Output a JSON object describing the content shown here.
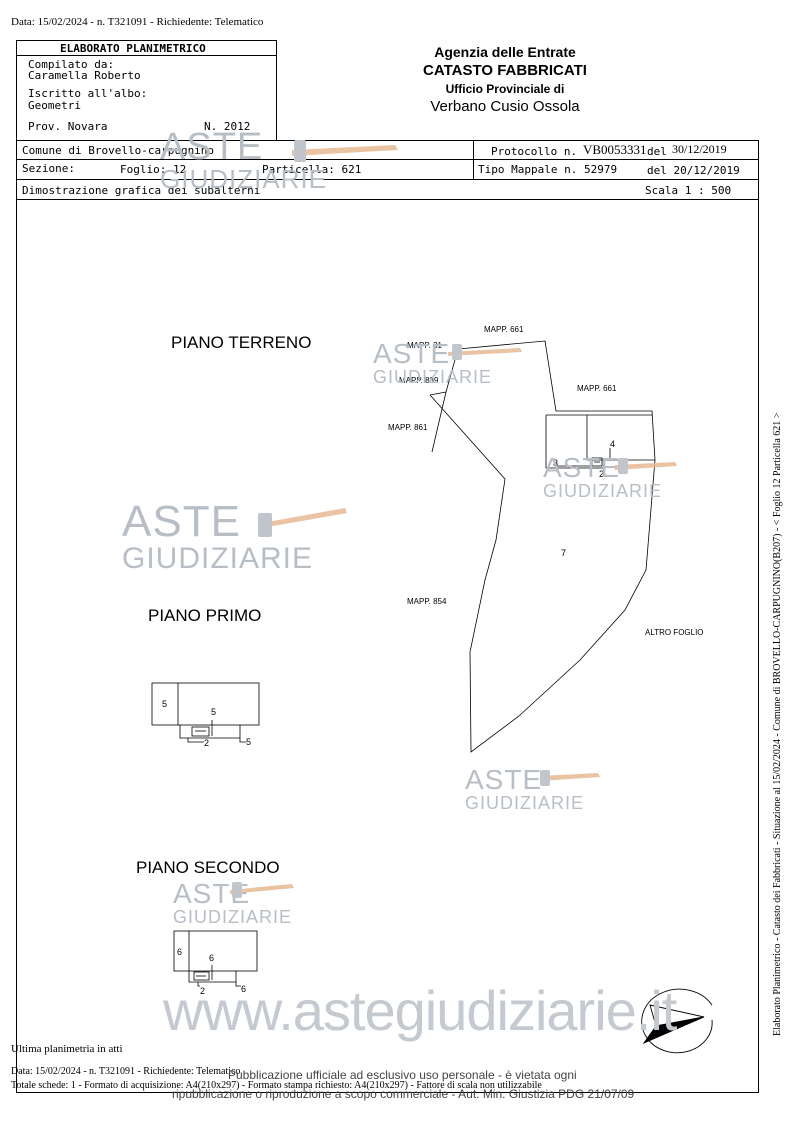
{
  "top_header": "Data: 15/02/2024 - n. T321091 - Richiedente: Telematico",
  "box": {
    "title": "ELABORATO PLANIMETRICO",
    "compilato_label": "Compilato da:",
    "compilato_name": "Caramella Roberto",
    "iscritto_label": "Iscritto all'albo:",
    "iscritto_value": "Geometri",
    "prov": "Prov. Novara",
    "numero": "N. 2012"
  },
  "agency": {
    "line1": "Agenzia delle Entrate",
    "line2": "CATASTO FABBRICATI",
    "line3": "Ufficio Provinciale di",
    "line4": "Verbano Cusio Ossola"
  },
  "info": {
    "comune": "Comune di Brovello-carpugnino",
    "sezione": "Sezione:",
    "foglio": "Foglio: 12",
    "particella": "Particella: 621",
    "protocollo_label": "Protocollo n.",
    "protocollo_value": "VB0053331",
    "protocollo_del": "del",
    "protocollo_date": "30/12/2019",
    "tipo_mappale": "Tipo Mappale n. 52979",
    "tipo_date": "del 20/12/2019",
    "dimostrazione": "Dimostrazione grafica dei subalterni",
    "scala": "Scala 1 : 500"
  },
  "floors": {
    "terreno": "PIANO TERRENO",
    "primo": "PIANO PRIMO",
    "secondo": "PIANO SECONDO"
  },
  "map_labels": {
    "mapp661a": "MAPP. 661",
    "mapp31": "MAPP. 31",
    "mapp839": "MAPP. 839",
    "mapp661b": "MAPP. 661",
    "mapp861": "MAPP. 861",
    "mapp854": "MAPP. 854",
    "altro": "ALTRO FOGLIO",
    "n3": "3",
    "n4": "4",
    "n2": "2",
    "n7": "7",
    "p5a": "5",
    "p5b": "5",
    "p2": "2",
    "p5c": "5",
    "s6a": "6",
    "s6b": "6",
    "s2": "2",
    "s6c": "6"
  },
  "watermark": {
    "aste": "ASTE",
    "giudiziarie": "GIUDIZIARIE",
    "url": "www.astegiudiziarie.it",
    "notice1": "Pubblicazione ufficiale ad esclusivo uso personale - è vietata ogni",
    "notice2": "ripubblicazione o riproduzione a scopo commerciale - Aut. Min. Giustizia PDG 21/07/09"
  },
  "side_text": "Elaborato Planimetrico - Catasto dei Fabbricati - Situazione al 15/02/2024 - Comune di BROVELLO-CARPUGNINO(B207) - < Foglio 12 Particella 621 >",
  "footer": {
    "ultima": "Ultima planimetria in atti",
    "data": "Data: 15/02/2024 - n. T321091 - Richiedente: Telematico",
    "totale": "Totale schede: 1 - Formato di acquisizione: A4(210x297) - Formato stampa richiesto: A4(210x297) - Fattore di scala non utilizzabile"
  },
  "colors": {
    "watermark": "#b7bec6",
    "gavel": "#e6b892"
  }
}
